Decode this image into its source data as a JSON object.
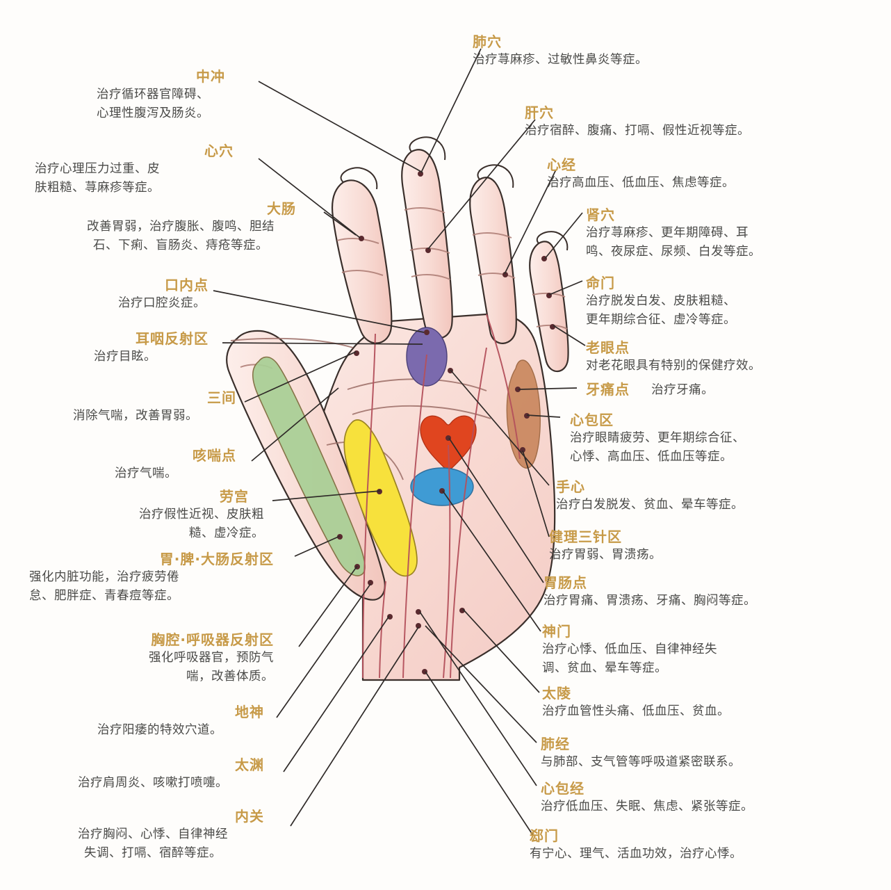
{
  "figure": {
    "type": "hand-acupressure-reflex-chart",
    "palette": {
      "title_color": "#c79a48",
      "desc_color": "#4a4a48",
      "skin_fill": "#f7d6cf",
      "skin_fill_light": "#fbe6e0",
      "outline": "#3a2f2b",
      "meridian_line": "#b4515c",
      "leader_line": "#2f2a28",
      "zone_purple": "#7b6aae",
      "zone_red": "#e0451f",
      "zone_blue": "#3f9bd4",
      "zone_yellow": "#f7e13c",
      "zone_green": "#a8cf95",
      "zone_orange": "#cb8a62"
    },
    "zones": [
      {
        "name": "耳咽反射区",
        "color": "#7b6aae",
        "shape": "ellipse"
      },
      {
        "name": "心包区-heart",
        "color": "#e0451f",
        "shape": "heart"
      },
      {
        "name": "健理三针区",
        "color": "#3f9bd4",
        "shape": "ellipse"
      },
      {
        "name": "劳宫区",
        "color": "#f7e13c",
        "shape": "oval-strip"
      },
      {
        "name": "胃脾大肠反射区",
        "color": "#a8cf95",
        "shape": "thumb-strip"
      },
      {
        "name": "胸腔呼吸器反射区",
        "color": "#cb8a62",
        "shape": "leaf"
      }
    ]
  },
  "labels_left": [
    {
      "id": "zhongchong",
      "title": "中冲",
      "desc": "治疗循环器官障碍、\n心理性腹泻及肠炎。"
    },
    {
      "id": "xinxue",
      "title": "心穴",
      "desc": "治疗心理压力过重、皮\n肤粗糙、荨麻疹等症。"
    },
    {
      "id": "dachang",
      "title": "大肠",
      "desc": "改善胃弱，治疗腹胀、腹鸣、胆结\n石、下痢、盲肠炎、痔疮等症。"
    },
    {
      "id": "kouneidian",
      "title": "口内点",
      "desc": "治疗口腔炎症。"
    },
    {
      "id": "eryanfanshequ",
      "title": "耳咽反射区",
      "desc": "治疗目眩。"
    },
    {
      "id": "sanjian",
      "title": "三间",
      "desc": "消除气喘，改善胃弱。"
    },
    {
      "id": "kechuandian",
      "title": "咳喘点",
      "desc": "治疗气喘。"
    },
    {
      "id": "laogong",
      "title": "劳宫",
      "desc": "治疗假性近视、皮肤粗\n糙、虚冷症。"
    },
    {
      "id": "weipidachang",
      "title": "胃·脾·大肠反射区",
      "desc": "强化内脏功能，治疗疲劳倦\n怠、肥胖症、青春痘等症。"
    },
    {
      "id": "xiongqianghuxi",
      "title": "胸腔·呼吸器反射区",
      "desc": "强化呼吸器官，预防气\n喘，改善体质。"
    },
    {
      "id": "dishen",
      "title": "地神",
      "desc": "治疗阳痿的特效穴道。"
    },
    {
      "id": "taiyuan",
      "title": "太渊",
      "desc": "治疗肩周炎、咳嗽打喷嚏。"
    },
    {
      "id": "neiguan",
      "title": "内关",
      "desc": "治疗胸闷、心悸、自律神经\n失调、打嗝、宿醉等症。"
    }
  ],
  "labels_right": [
    {
      "id": "feixue",
      "title": "肺穴",
      "desc": "治疗荨麻疹、过敏性鼻炎等症。"
    },
    {
      "id": "ganxue",
      "title": "肝穴",
      "desc": "治疗宿醉、腹痛、打嗝、假性近视等症。"
    },
    {
      "id": "xinjing",
      "title": "心经",
      "desc": "治疗高血压、低血压、焦虑等症。"
    },
    {
      "id": "shenxue",
      "title": "肾穴",
      "desc": "治疗荨麻疹、更年期障碍、耳\n鸣、夜尿症、尿频、白发等症。"
    },
    {
      "id": "mingmen",
      "title": "命门",
      "desc": "治疗脱发白发、皮肤粗糙、\n更年期综合征、虚冷等症。"
    },
    {
      "id": "laoyandian",
      "title": "老眼点",
      "desc": "对老花眼具有特别的保健疗效。"
    },
    {
      "id": "yatongdian",
      "title": "牙痛点",
      "desc": "治疗牙痛。",
      "inline": true
    },
    {
      "id": "xinbaoqu",
      "title": "心包区",
      "desc": "治疗眼睛疲劳、更年期综合征、\n心悸、高血压、低血压等症。"
    },
    {
      "id": "shouxin",
      "title": "手心",
      "desc": "治疗白发脱发、贫血、晕车等症。"
    },
    {
      "id": "jianlisanzhenqu",
      "title": "健理三针区",
      "desc": "治疗胃弱、胃溃疡。"
    },
    {
      "id": "weichangdian",
      "title": "胃肠点",
      "desc": "治疗胃痛、胃溃疡、牙痛、胸闷等症。"
    },
    {
      "id": "shenmen",
      "title": "神门",
      "desc": "治疗心悸、低血压、自律神经失\n调、贫血、晕车等症。"
    },
    {
      "id": "tailing",
      "title": "太陵",
      "desc": "治疗血管性头痛、低血压、贫血。"
    },
    {
      "id": "feijing",
      "title": "肺经",
      "desc": "与肺部、支气管等呼吸道紧密联系。"
    },
    {
      "id": "xinbaojing",
      "title": "心包经",
      "desc": "治疗低血压、失眠、焦虑、紧张等症。"
    },
    {
      "id": "ximen",
      "title": "郄门",
      "desc": "有宁心、理气、活血功效，治疗心悸。"
    }
  ]
}
